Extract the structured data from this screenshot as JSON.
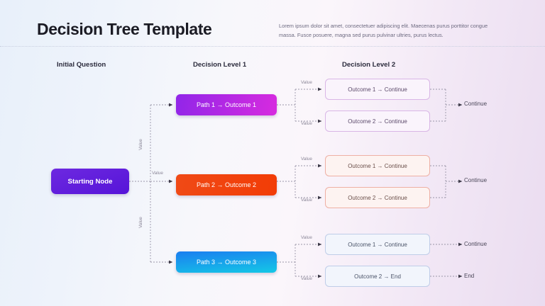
{
  "header": {
    "title": "Decision Tree Template",
    "description": "Lorem ipsum dolor sit amet, consectetuer adipiscing elit. Maecenas purus porttitor congue massa. Fusce posuere, magna sed purus pulvinar ultries, purus lectus."
  },
  "columns": [
    {
      "label": "Initial Question"
    },
    {
      "label": "Decision Level 1"
    },
    {
      "label": "Decision Level 2"
    }
  ],
  "start_node": {
    "label": "Starting Node"
  },
  "paths": [
    {
      "label": "Path 1 → Outcome 1"
    },
    {
      "label": "Path 2 → Outcome 2"
    },
    {
      "label": "Path 3 → Outcome 3"
    }
  ],
  "outcomes": [
    {
      "top": "Outcome 1 → Continue",
      "bottom": "Outcome 2 → Continue"
    },
    {
      "top": "Outcome 1 → Continue",
      "bottom": "Outcome 2 → Continue"
    },
    {
      "top": "Outcome 1 → Continue",
      "bottom": "Outcome 2 → End"
    }
  ],
  "edge_labels": {
    "value": "Value"
  },
  "end_labels": [
    {
      "label": "Continue"
    },
    {
      "label": "Continue"
    },
    {
      "label": "Continue"
    },
    {
      "label": "End"
    }
  ],
  "colors": {
    "start_node": "#5614d8",
    "path1": "#d72bdf",
    "path2": "#f23c06",
    "path3": "#14c8e6",
    "outcome_purple_border": "#d9b6e6",
    "outcome_red_border": "#eeb0a4",
    "outcome_blue_border": "#bfcde8",
    "title": "#1b1b24",
    "connector": "#9a96a8"
  }
}
